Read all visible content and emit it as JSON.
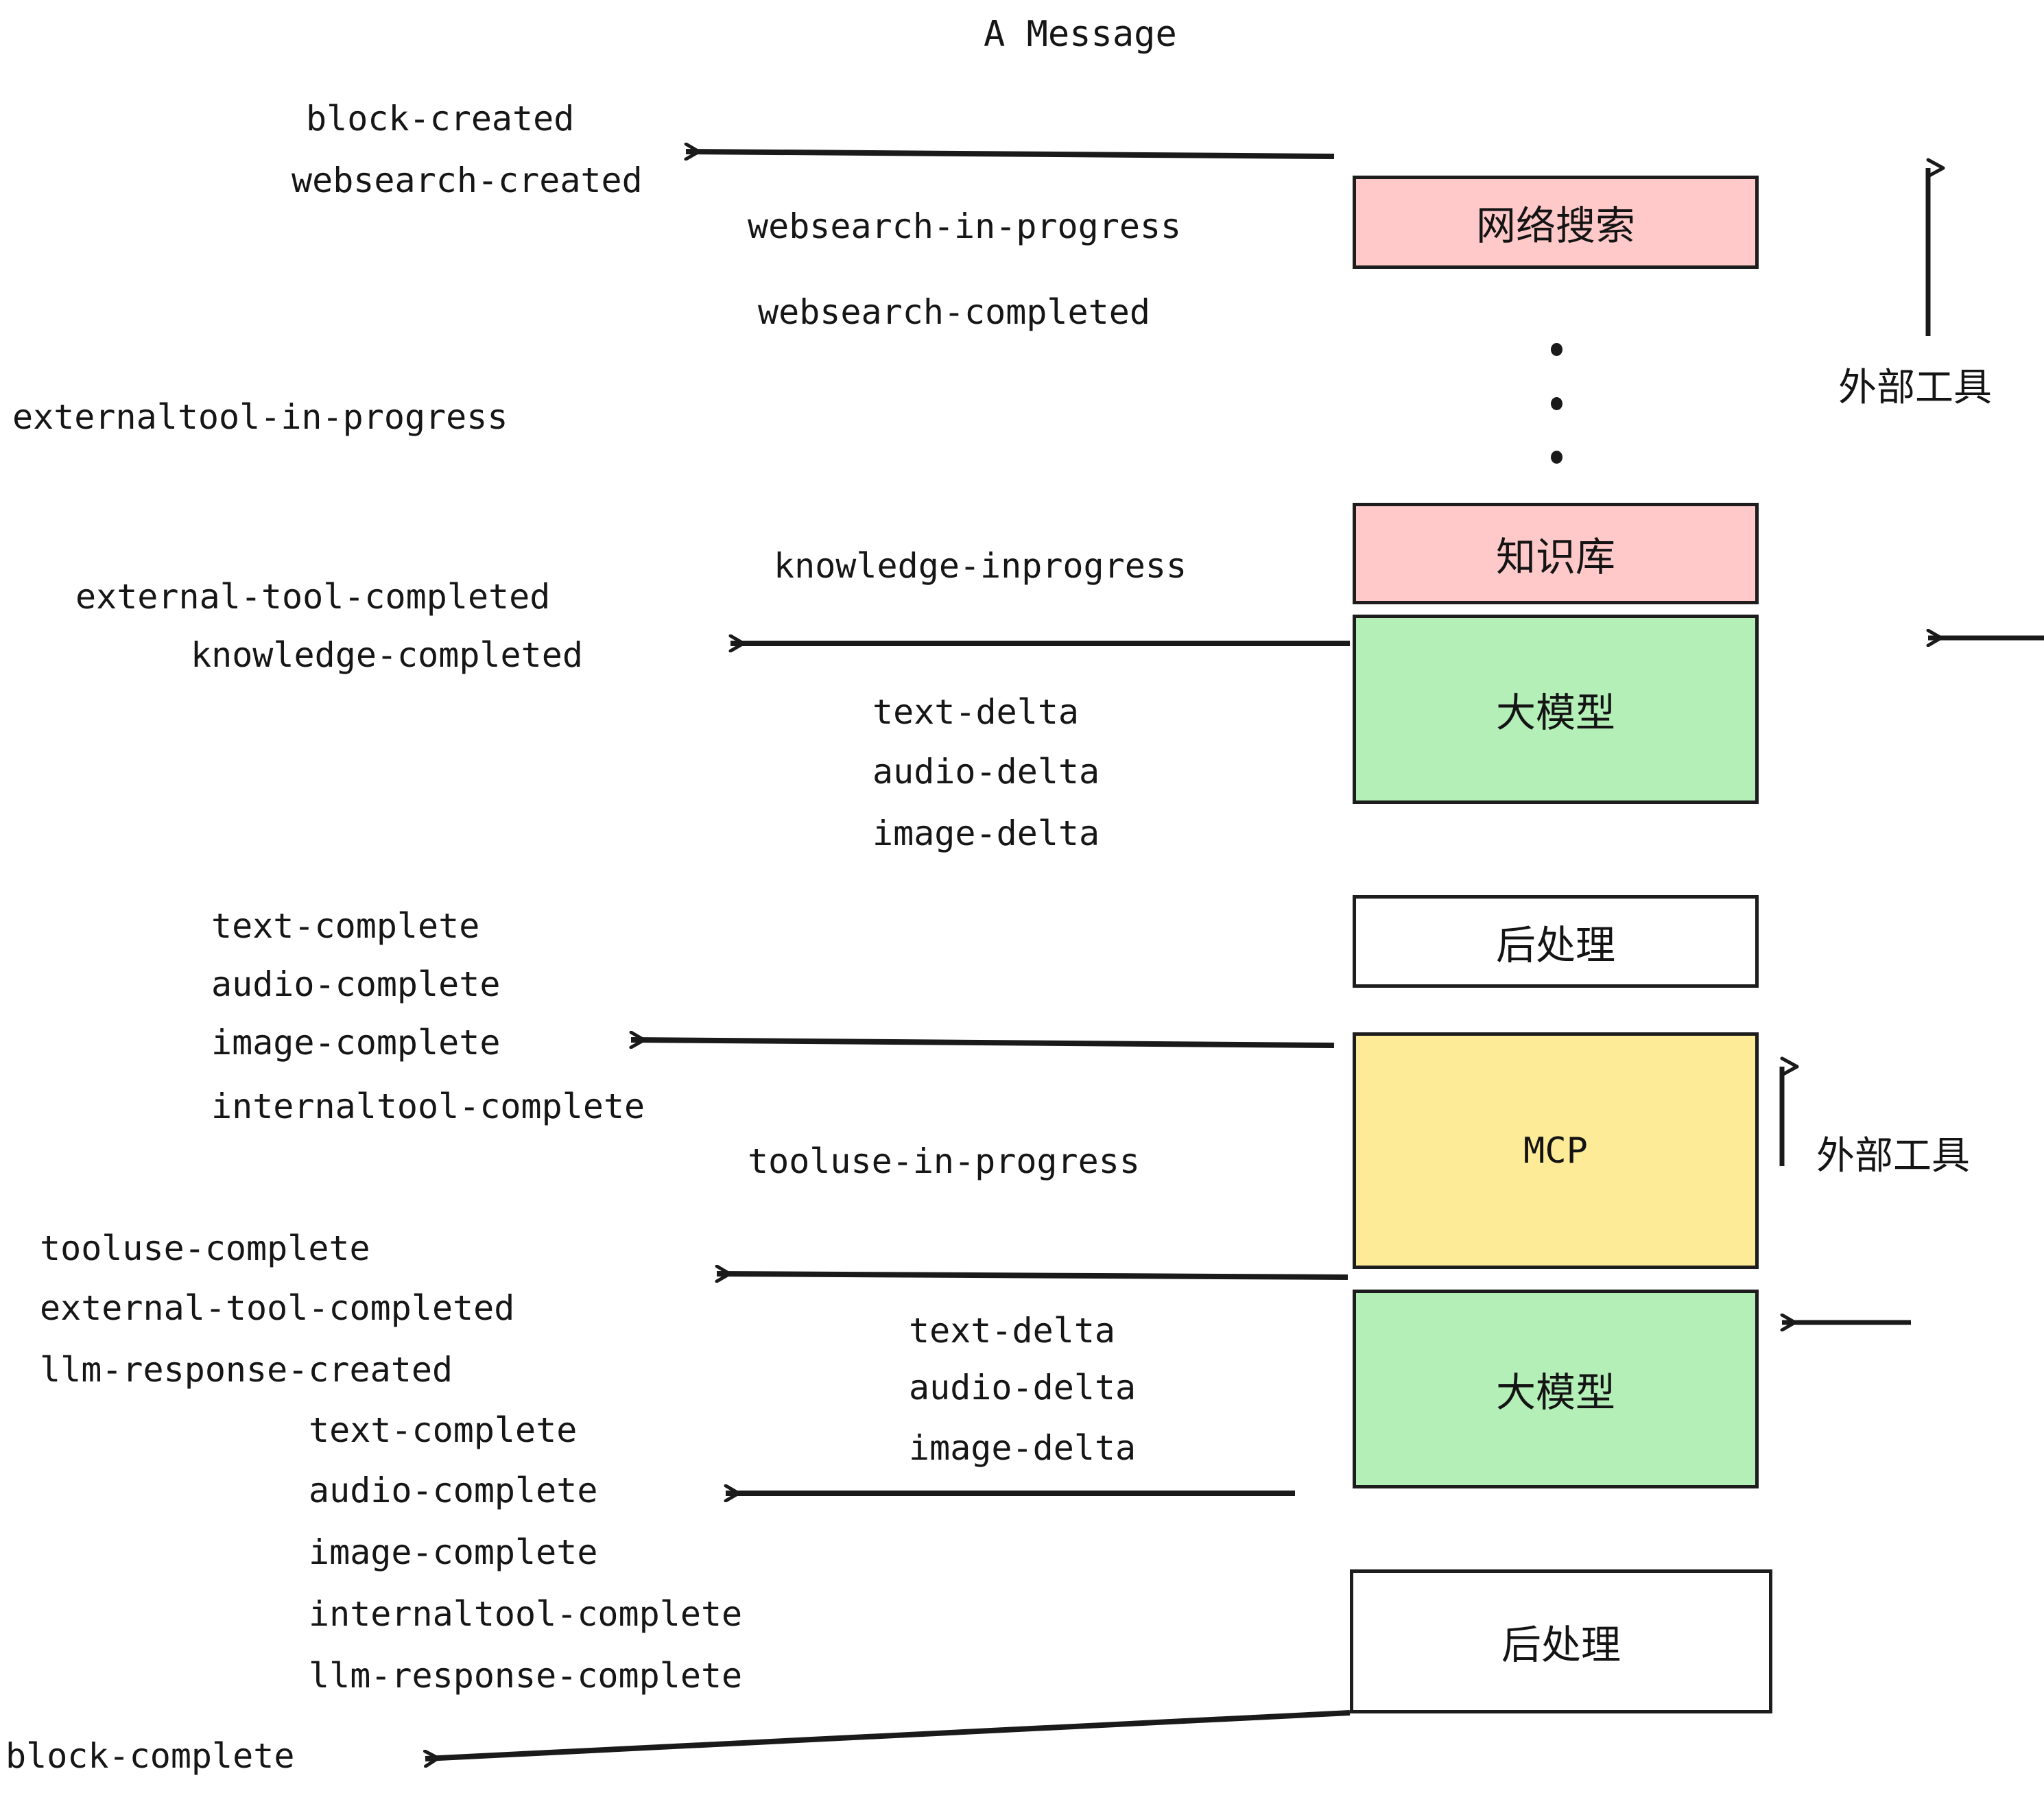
{
  "title": "A Message",
  "colors": {
    "pink": "#FFC9C9",
    "green": "#B5EFB8",
    "yellow": "#FDEB97",
    "white": "#FFFFFF",
    "stroke": "#1d1d1d",
    "text": "#161616",
    "background": "#FFFFFF"
  },
  "nodes": [
    {
      "label": "网络搜索",
      "color": "pink"
    },
    {
      "label": "知识库",
      "color": "pink"
    },
    {
      "label": "大模型",
      "color": "green"
    },
    {
      "label": "后处理",
      "color": "white"
    },
    {
      "label": "MCP",
      "color": "yellow"
    },
    {
      "label": "大模型",
      "color": "green"
    },
    {
      "label": "后处理",
      "color": "white"
    }
  ],
  "side_labels": [
    {
      "text": "外部工具"
    },
    {
      "text": "外部工具"
    }
  ],
  "events": [
    {
      "id": "block-created",
      "text": "block-created"
    },
    {
      "id": "websearch-created",
      "text": "websearch-created"
    },
    {
      "id": "websearch-in-progress",
      "text": "websearch-in-progress"
    },
    {
      "id": "websearch-completed",
      "text": "websearch-completed"
    },
    {
      "id": "externaltool-in-progress",
      "text": "externaltool-in-progress"
    },
    {
      "id": "knowledge-inprogress",
      "text": "knowledge-inprogress"
    },
    {
      "id": "external-tool-completed-1",
      "text": "external-tool-completed"
    },
    {
      "id": "knowledge-completed",
      "text": "knowledge-completed"
    },
    {
      "id": "text-delta-1",
      "text": "text-delta"
    },
    {
      "id": "audio-delta-1",
      "text": "audio-delta"
    },
    {
      "id": "image-delta-1",
      "text": "image-delta"
    },
    {
      "id": "text-complete-1",
      "text": "text-complete"
    },
    {
      "id": "audio-complete-1",
      "text": "audio-complete"
    },
    {
      "id": "image-complete-1",
      "text": "image-complete"
    },
    {
      "id": "internaltool-complete-1",
      "text": "internaltool-complete"
    },
    {
      "id": "tooluse-in-progress",
      "text": "tooluse-in-progress"
    },
    {
      "id": "tooluse-complete",
      "text": "tooluse-complete"
    },
    {
      "id": "external-tool-completed-2",
      "text": "external-tool-completed"
    },
    {
      "id": "llm-response-created",
      "text": "llm-response-created"
    },
    {
      "id": "text-delta-2",
      "text": "text-delta"
    },
    {
      "id": "audio-delta-2",
      "text": "audio-delta"
    },
    {
      "id": "image-delta-2",
      "text": "image-delta"
    },
    {
      "id": "text-complete-2",
      "text": "text-complete"
    },
    {
      "id": "audio-complete-2",
      "text": "audio-complete"
    },
    {
      "id": "image-complete-2",
      "text": "image-complete"
    },
    {
      "id": "internaltool-complete-2",
      "text": "internaltool-complete"
    },
    {
      "id": "llm-response-complete",
      "text": "llm-response-complete"
    },
    {
      "id": "block-complete",
      "text": "block-complete"
    }
  ],
  "ellipsis": {
    "count": 3
  }
}
